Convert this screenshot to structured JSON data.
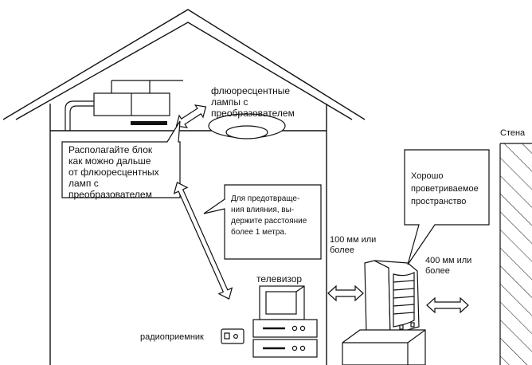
{
  "labels": {
    "lamps": [
      "флюоресцентные",
      "лампы с",
      "преобразователем"
    ],
    "advice_box": [
      "Располагайте блок",
      "как можно дальше",
      "от флюоресцентных",
      "ламп с",
      "преобразователем"
    ],
    "distance_box": [
      "Для предотвраще-",
      "ния влияния, вы-",
      "держите расстояние",
      "более 1 метра."
    ],
    "ventilated": [
      "Хорошо",
      "проветриваемое",
      "пространство"
    ],
    "gap_100": [
      "100 мм или",
      "более"
    ],
    "gap_400": [
      "400 мм или",
      "более"
    ],
    "wall": "Стена",
    "tv": "телевизор",
    "radio": "радиоприемник"
  },
  "colors": {
    "line": "#111111",
    "background": "#ffffff"
  }
}
